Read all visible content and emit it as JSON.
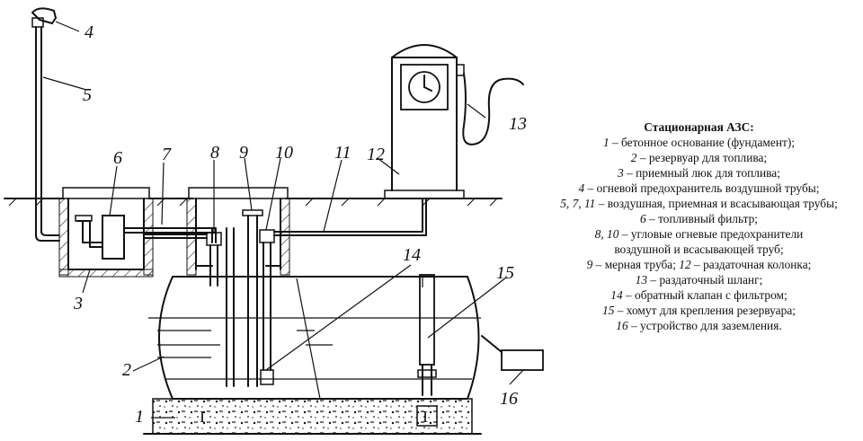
{
  "labels": [
    "1",
    "2",
    "3",
    "4",
    "5",
    "6",
    "7",
    "8",
    "9",
    "10",
    "11",
    "12",
    "13",
    "14",
    "15",
    "16"
  ],
  "tank_marks": [
    "I",
    "I"
  ],
  "legend": {
    "title": "Стационарная АЗС:",
    "items": [
      {
        "num": "1",
        "text": " – бетонное основание (фундамент);"
      },
      {
        "num": "2",
        "text": " – резервуар для топлива;"
      },
      {
        "num": "3",
        "text": " – приемный люк для топлива;"
      },
      {
        "num": "4",
        "text": " – огневой предохранитель воздушной трубы;"
      },
      {
        "num": "5, 7, 11",
        "text": " – воздушная, приемная и всасывающая трубы;"
      },
      {
        "num": "6",
        "text": " – топливный фильтр;"
      },
      {
        "num": "8, 10",
        "text": " – угловые огневые предохранители"
      },
      {
        "num": "",
        "text": "воздушной и всасывающей труб;"
      },
      {
        "num": "9",
        "text": " – мерная труба; "
      },
      {
        "num": "13",
        "text": " – раздаточный шланг;"
      },
      {
        "num": "14",
        "text": " – обратный клапан с фильтром;"
      },
      {
        "num": "15",
        "text": " – хомут для крепления резервуара;"
      },
      {
        "num": "16",
        "text": " – устройство для заземления."
      }
    ],
    "item12": {
      "num": "12",
      "text": " – раздаточная колонка;"
    }
  }
}
